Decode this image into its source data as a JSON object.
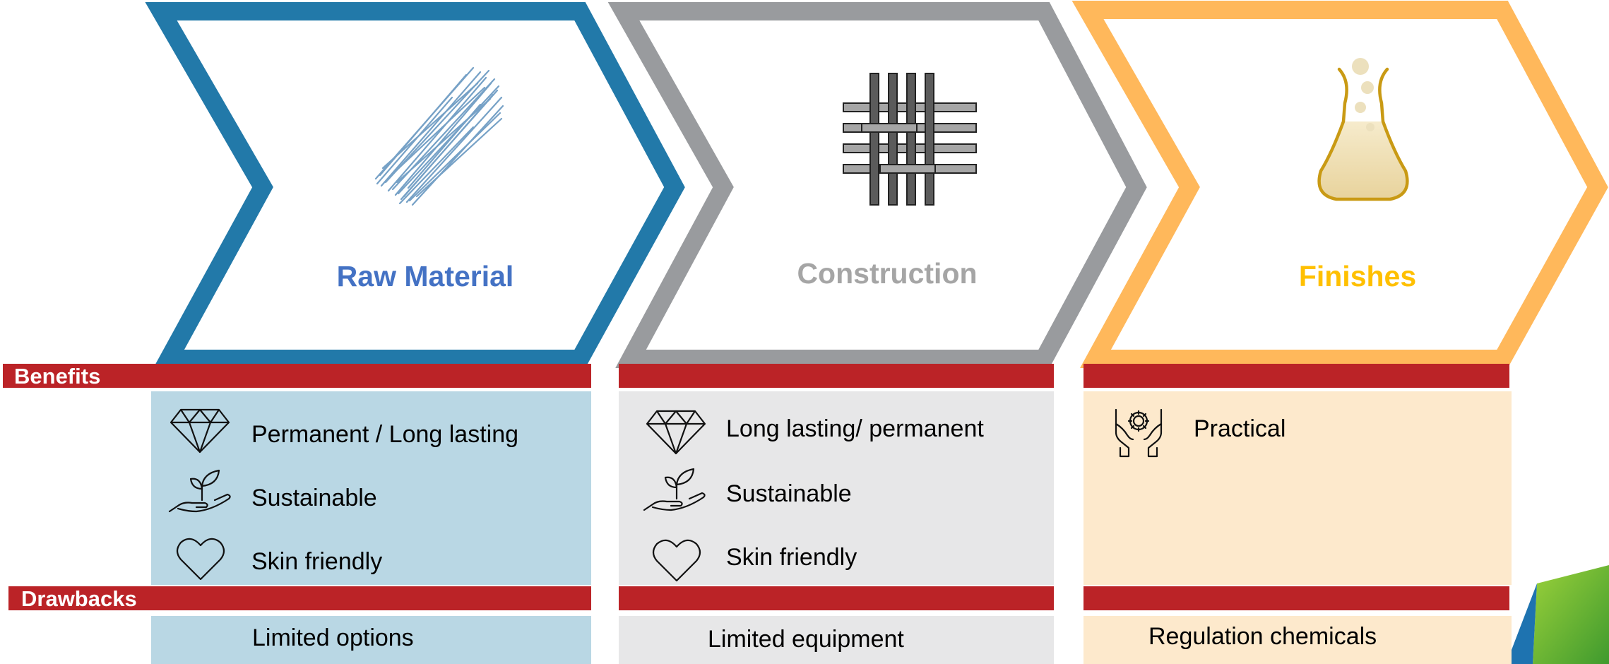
{
  "colors": {
    "raw_material": "#2279a9",
    "construction": "#999b9e",
    "finishes": "#ffb85b",
    "raw_title": "#4472c4",
    "construction_title": "#a5a5a5",
    "finishes_title": "#ffc000",
    "red_bar": "#bb2327",
    "raw_panel": "#b9d7e4",
    "construction_panel": "#e7e7e8",
    "finishes_panel": "#fde9cc"
  },
  "stages": [
    {
      "title": "Raw Material",
      "icon": "fiber-scribble-icon"
    },
    {
      "title": "Construction",
      "icon": "woven-grid-icon"
    },
    {
      "title": "Finishes",
      "icon": "chemical-flask-icon"
    }
  ],
  "sections": {
    "benefits_label": "Benefits",
    "drawbacks_label": "Drawbacks"
  },
  "benefits": {
    "raw_material": [
      {
        "icon": "diamond-icon",
        "text": "Permanent / Long lasting"
      },
      {
        "icon": "hand-sprout-icon",
        "text": "Sustainable"
      },
      {
        "icon": "heart-icon",
        "text": "Skin friendly"
      }
    ],
    "construction": [
      {
        "icon": "diamond-icon",
        "text": "Long lasting/ permanent"
      },
      {
        "icon": "hand-sprout-icon",
        "text": "Sustainable"
      },
      {
        "icon": "heart-icon",
        "text": "Skin friendly"
      }
    ],
    "finishes": [
      {
        "icon": "hands-gear-icon",
        "text": "Practical"
      }
    ]
  },
  "drawbacks": {
    "raw_material": "Limited options",
    "construction": "Limited equipment",
    "finishes": "Regulation chemicals"
  },
  "corner_decoration": "green-blue-corner-shape"
}
